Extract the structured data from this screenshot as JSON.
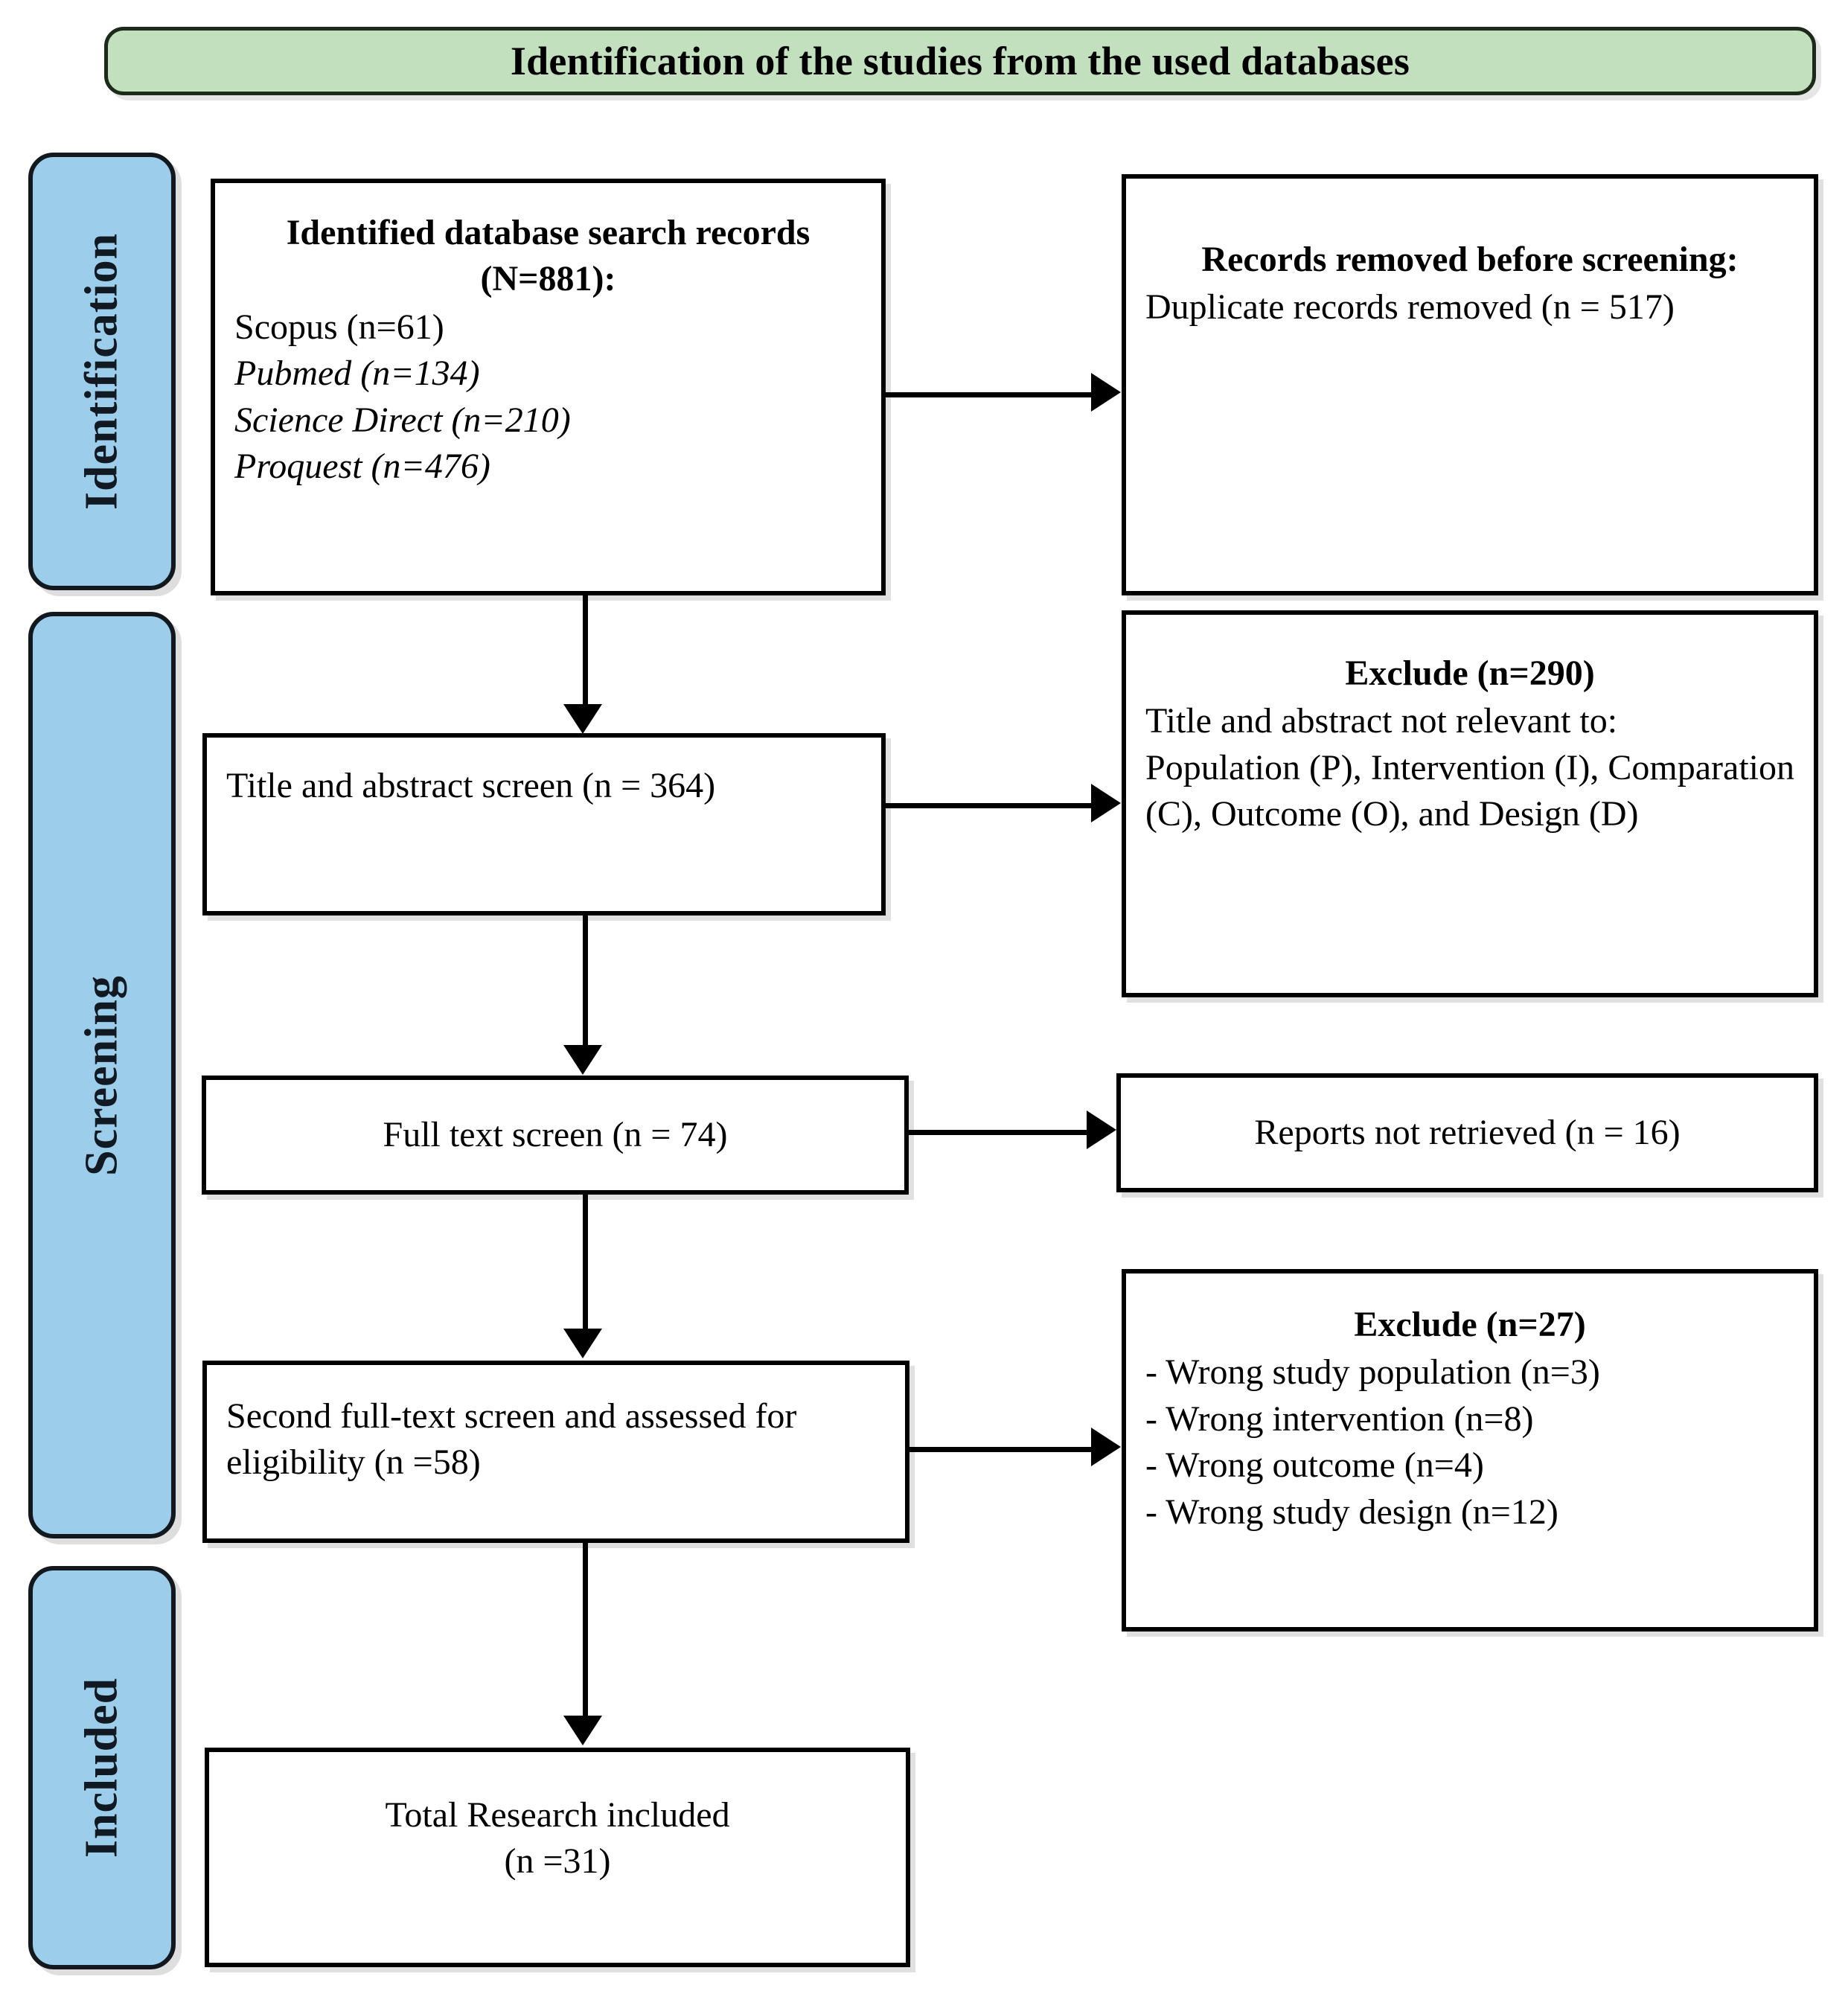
{
  "colors": {
    "banner_fill": "#c2dfbe",
    "banner_border": "#1c2a1a",
    "rail_fill": "#9ccdea",
    "rail_border": "#12181d",
    "box_border": "#000000",
    "page_background": "#ffffff"
  },
  "banner": {
    "title": "Identification of the studies from the used databases"
  },
  "rails": [
    {
      "id": "identification",
      "label": "Identification"
    },
    {
      "id": "screening",
      "label": "Screening"
    },
    {
      "id": "included",
      "label": "Included"
    }
  ],
  "boxes": {
    "identified": {
      "header": "Identified database search records (N=881):",
      "lines": [
        {
          "source": "Scopus",
          "count": "(n=61)",
          "italic": false,
          "text": "Scopus (n=61)"
        },
        {
          "source": "Pubmed",
          "count": "(n=134)",
          "italic": true,
          "text": "Pubmed (n=134)"
        },
        {
          "source": "Science Direct",
          "count": "(n=210)",
          "italic": true,
          "text": "Science Direct (n=210)"
        },
        {
          "source": "Proquest",
          "count": "(n=476)",
          "italic": true,
          "text": "Proquest (n=476)"
        }
      ]
    },
    "removed_before_screening": {
      "header": "Records removed before screening:",
      "body": "Duplicate records removed (n = 517)"
    },
    "title_abstract_screen": {
      "body": "Title and abstract screen (n = 364)"
    },
    "exclude_290": {
      "header": "Exclude (n=290)",
      "body1": "Title and abstract not relevant to:",
      "body2": "Population (P), Intervention (I), Comparation (C), Outcome (O), and Design (D)"
    },
    "full_text_screen": {
      "body": "Full text screen (n = 74)"
    },
    "reports_not_retrieved": {
      "body": "Reports not retrieved (n = 16)"
    },
    "second_full_text": {
      "body": "Second full-text screen and assessed for eligibility (n =58)"
    },
    "exclude_27": {
      "header": "Exclude (n=27)",
      "items": [
        "- Wrong study population (n=3)",
        "- Wrong intervention (n=8)",
        "- Wrong outcome (n=4)",
        "- Wrong study design (n=12)"
      ]
    },
    "total_included": {
      "line1": "Total Research included",
      "line2": "(n =31)"
    }
  },
  "flow": {
    "type": "prisma-flow-diagram",
    "nodes": [
      {
        "id": "identified",
        "stage": "identification",
        "n": 881
      },
      {
        "id": "removed_before_screening",
        "stage": "identification",
        "n": 517
      },
      {
        "id": "title_abstract_screen",
        "stage": "screening",
        "n": 364
      },
      {
        "id": "exclude_290",
        "stage": "screening",
        "n": 290
      },
      {
        "id": "full_text_screen",
        "stage": "screening",
        "n": 74
      },
      {
        "id": "reports_not_retrieved",
        "stage": "screening",
        "n": 16
      },
      {
        "id": "second_full_text",
        "stage": "screening",
        "n": 58
      },
      {
        "id": "exclude_27",
        "stage": "screening",
        "n": 27
      },
      {
        "id": "total_included",
        "stage": "included",
        "n": 31
      }
    ],
    "edges": [
      {
        "from": "identified",
        "to": "removed_before_screening",
        "dir": "right"
      },
      {
        "from": "identified",
        "to": "title_abstract_screen",
        "dir": "down"
      },
      {
        "from": "title_abstract_screen",
        "to": "exclude_290",
        "dir": "right"
      },
      {
        "from": "title_abstract_screen",
        "to": "full_text_screen",
        "dir": "down"
      },
      {
        "from": "full_text_screen",
        "to": "reports_not_retrieved",
        "dir": "right"
      },
      {
        "from": "full_text_screen",
        "to": "second_full_text",
        "dir": "down"
      },
      {
        "from": "second_full_text",
        "to": "exclude_27",
        "dir": "right"
      },
      {
        "from": "second_full_text",
        "to": "total_included",
        "dir": "down"
      }
    ]
  }
}
